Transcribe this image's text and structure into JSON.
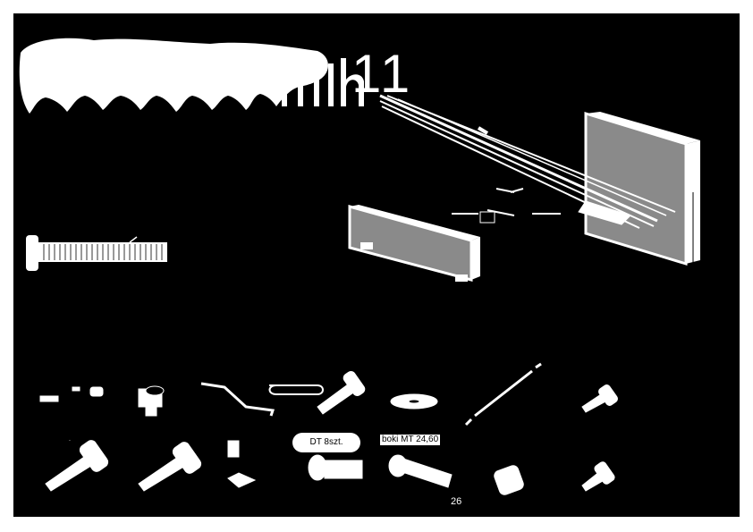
{
  "header": {
    "step_label": "11"
  },
  "tags": {
    "dt": "DT 8szt.",
    "boki": "boki MT 24,60"
  },
  "footer": {
    "page_number": "26"
  },
  "colors": {
    "background": "#000000",
    "ink": "#ffffff",
    "panel_fill": "#8a8a8a"
  }
}
